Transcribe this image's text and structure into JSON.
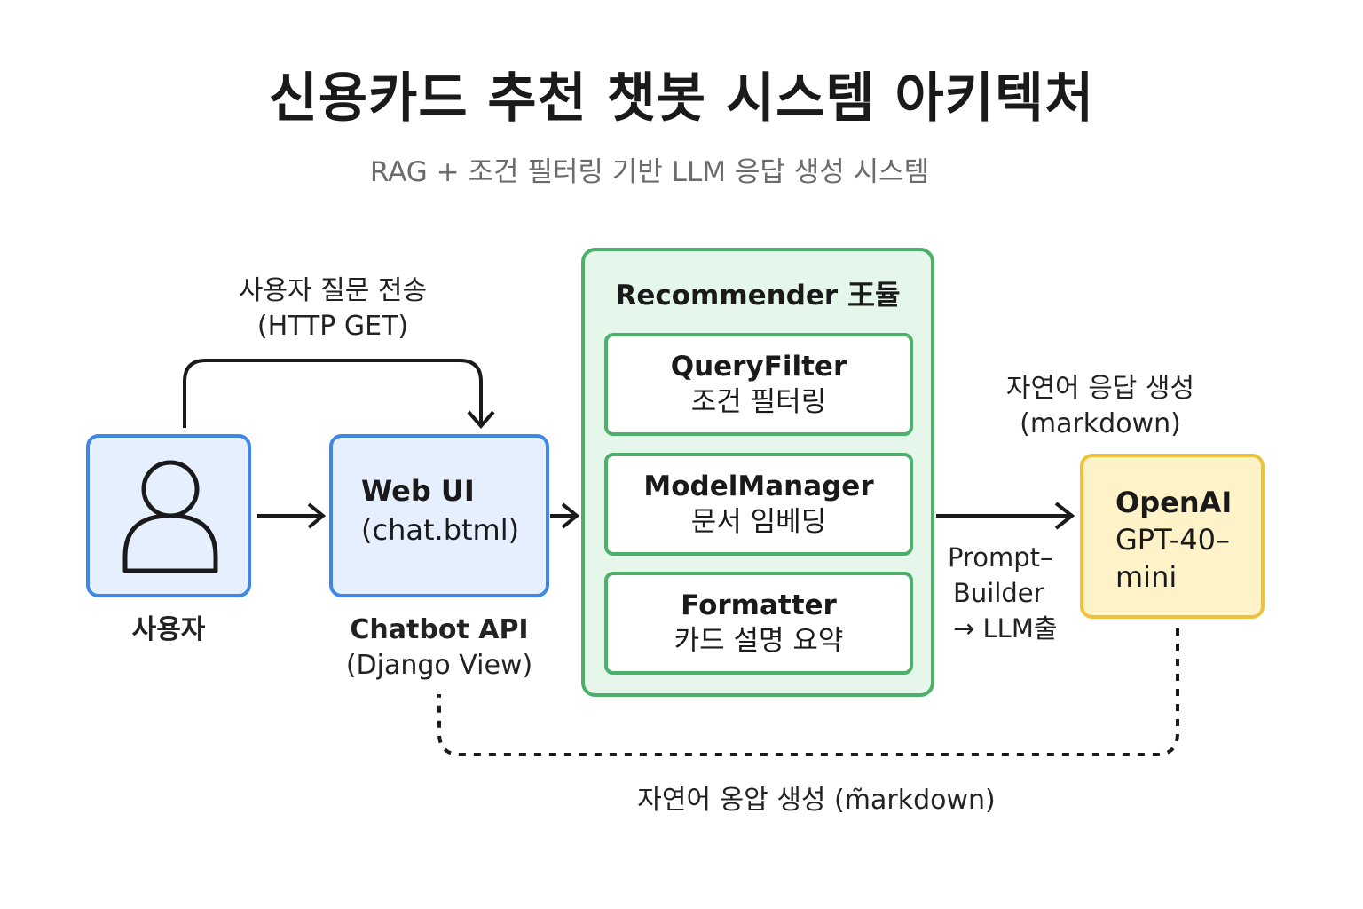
{
  "title": "신용카드 추천 챗봇 시스템 아키텍처",
  "subtitle": "RAG + 조건 필터링 기반 LLM 응답 생성 시스템",
  "user": {
    "label": "사용자"
  },
  "top_arrow_label": {
    "line1": "사용자 질문 전송",
    "line2": "(HTTP GET)"
  },
  "web_ui": {
    "line1": "Web UI",
    "line2": "(chat.btml)"
  },
  "chatbot_api": {
    "line1": "Chatbot API",
    "line2": "(Django View)"
  },
  "recommender": {
    "title": "Recommender 王듈",
    "modules": [
      {
        "name": "QueryFilter",
        "desc": "조건 필터링"
      },
      {
        "name": "ModelManager",
        "desc": "문서 임베딩"
      },
      {
        "name": "Formatter",
        "desc": "카드 설명 요약"
      }
    ]
  },
  "right_top_label": {
    "line1": "자연어 응답 생성",
    "line2": "(markdown)"
  },
  "prompt_label": {
    "line1": "Prompt–",
    "line2": "Builder",
    "line3": "→ LLM출"
  },
  "openai": {
    "line1": "OpenAI",
    "line2": "GPT-40–",
    "line3": "mini"
  },
  "bottom_label": "자연어 옹압 생성 (m̃arkdown)",
  "colors": {
    "blue_border": "#3f86e5",
    "blue_fill": "#e6effd",
    "green_border": "#4caf6a",
    "green_fill": "#e5f6ea",
    "yellow_border": "#f0c23b",
    "yellow_fill": "#fdf2c8",
    "line": "#1a1a1a"
  }
}
